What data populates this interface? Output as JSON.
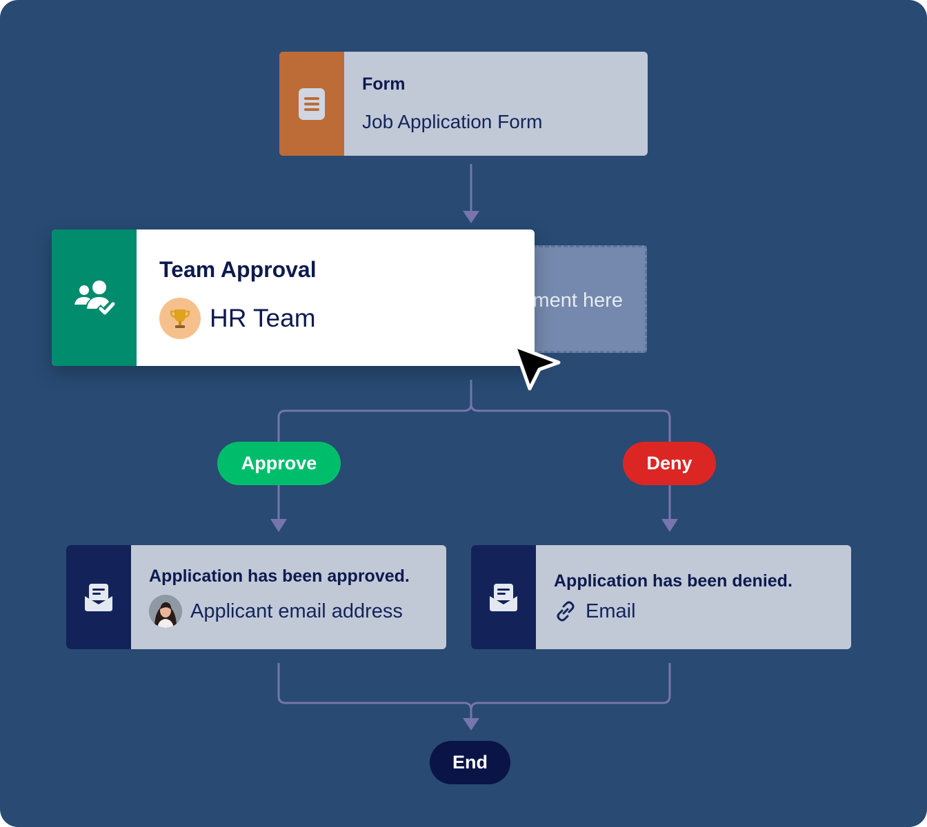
{
  "colors": {
    "canvas": "#284a73",
    "connector": "#7775ae",
    "form_accent": "#bd6c37",
    "approval_accent": "#008c6d",
    "email_accent": "#13235a",
    "approve": "#00bd6b",
    "deny": "#dc2624",
    "end": "#0b1446"
  },
  "form_node": {
    "type_label": "Form",
    "name": "Job Application Form",
    "icon": "document-icon"
  },
  "drop_zone": {
    "text": "ment here"
  },
  "approval_node": {
    "title": "Team Approval",
    "assignee": "HR Team",
    "icon": "team-approval-icon",
    "assignee_icon": "trophy-icon"
  },
  "branches": {
    "approve_label": "Approve",
    "deny_label": "Deny"
  },
  "approved_email": {
    "title": "Application has been approved.",
    "recipient": "Applicant email address",
    "icon": "mail-icon"
  },
  "denied_email": {
    "title": "Application has been denied.",
    "recipient": "Email",
    "icon": "mail-icon",
    "recipient_icon": "link-icon"
  },
  "end_label": "End"
}
